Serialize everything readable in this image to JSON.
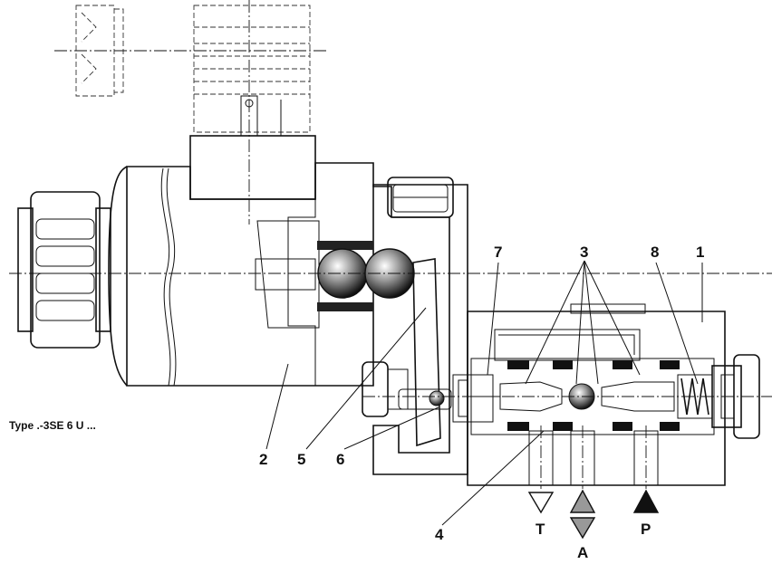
{
  "type_label": "Type .-3SE 6 U ...",
  "callouts": [
    "1",
    "2",
    "3",
    "4",
    "5",
    "6",
    "7",
    "8"
  ],
  "ports": {
    "t": "T",
    "a": "A",
    "p": "P"
  },
  "colors": {
    "section_fill": "#d0d0d0",
    "dark_fill": "#8a8a8a",
    "line": "#111111",
    "background": "#ffffff"
  }
}
